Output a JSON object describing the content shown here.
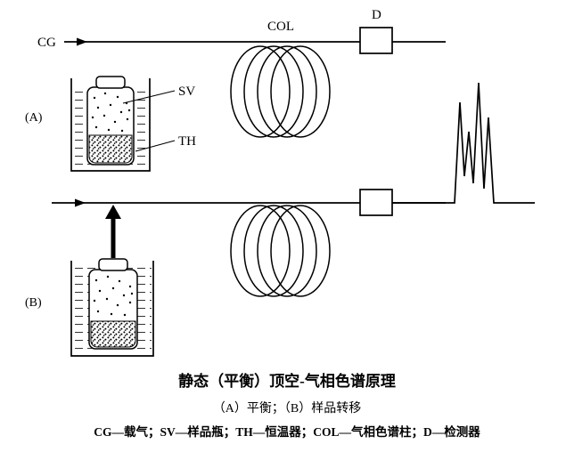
{
  "diagram": {
    "labels": {
      "cg": "CG",
      "col": "COL",
      "d": "D",
      "sv": "SV",
      "th": "TH",
      "row_a": "(A)",
      "row_b": "(B)"
    },
    "captions": {
      "title": "静态（平衡）顶空-气相色谱原理",
      "subtitle": "（A）平衡；（B）样品转移",
      "legend": "CG—载气；SV—样品瓶；TH—恒温器；COL—气相色谱柱；D—检测器"
    },
    "colors": {
      "line": "#000000",
      "background": "#ffffff"
    }
  }
}
